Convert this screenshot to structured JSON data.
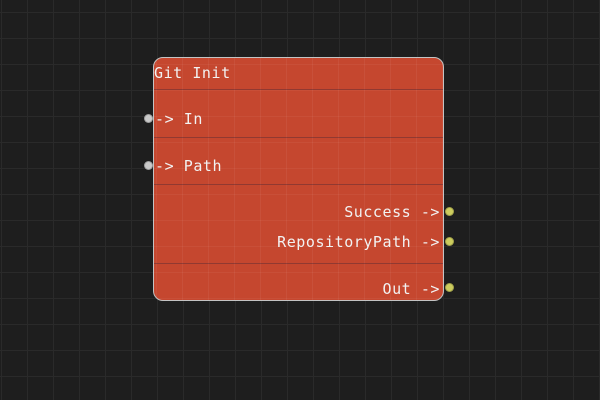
{
  "colors": {
    "background": "#1e1e1e",
    "grid_line": "#2a2a2a",
    "node_fill": "#c5472f",
    "node_border": "#c3c3c3",
    "input_port": "#c9c9c9",
    "output_port": "#cccc5e",
    "text": "#f2f2f2"
  },
  "node": {
    "title": "Git Init",
    "inputs": [
      {
        "label": "-> In"
      },
      {
        "label": "-> Path"
      }
    ],
    "outputs": [
      {
        "label": "Success ->"
      },
      {
        "label": "RepositoryPath ->"
      },
      {
        "label": "Out ->"
      }
    ]
  }
}
